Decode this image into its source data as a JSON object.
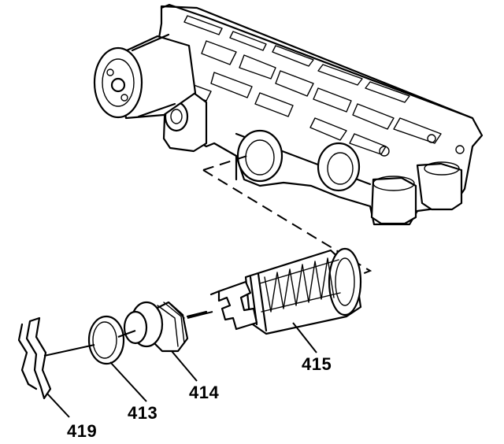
{
  "callouts": {
    "c415": "415",
    "c414": "414",
    "c413": "413",
    "c419": "419"
  },
  "colors": {
    "line": "#000000",
    "background": "#ffffff"
  }
}
